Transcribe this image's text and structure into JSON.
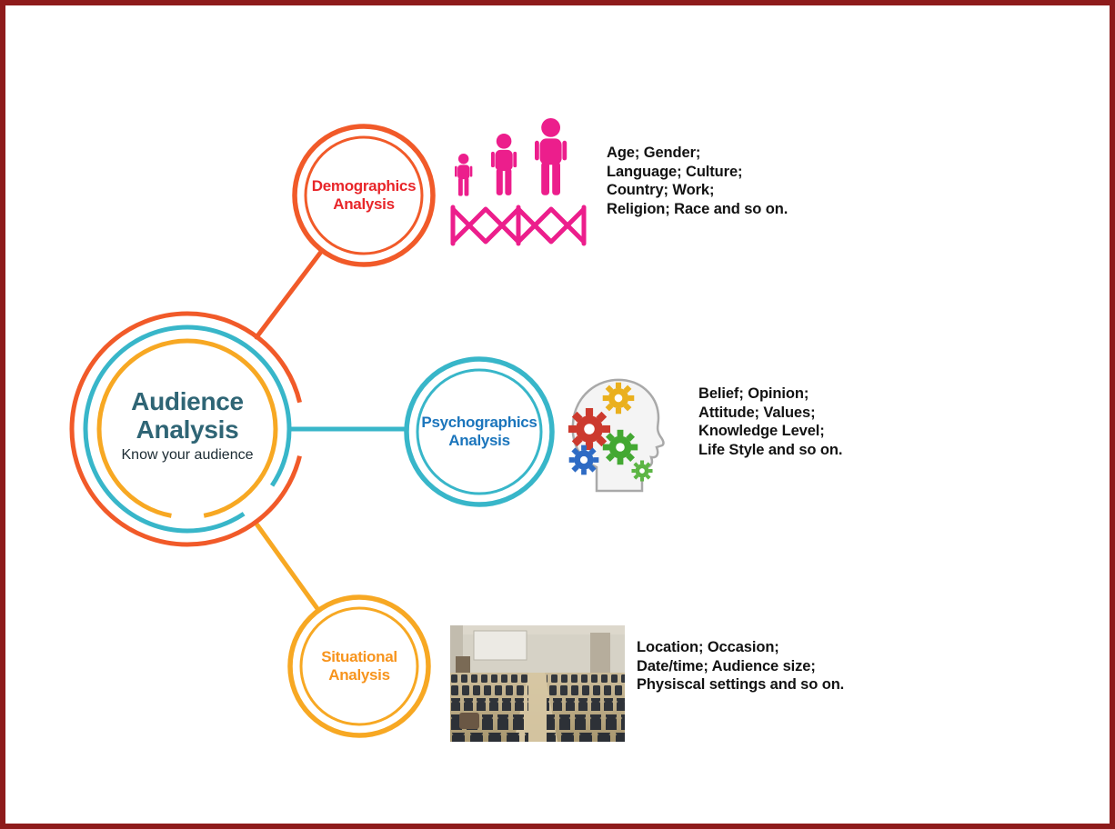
{
  "page": {
    "background": "#ffffff",
    "border_color": "#8e1b1b"
  },
  "center_node": {
    "title_line1": "Audience",
    "title_line2": "Analysis",
    "subtitle": "Know your audience",
    "title_color": "#2f6575",
    "subtitle_color": "#1c2b33",
    "ring_colors": {
      "outer": "#f15a29",
      "middle": "#38b6c9",
      "inner": "#f7a823"
    }
  },
  "nodes": [
    {
      "id": "demographics",
      "label_line1": "Demographics",
      "label_line2": "Analysis",
      "ring_color": "#f15a29",
      "label_color": "#e8262a",
      "icon": "people-dna-icon",
      "details": [
        "Age; Gender;",
        "Language; Culture;",
        "Country; Work;",
        "Religion; Race and so on."
      ]
    },
    {
      "id": "psychographics",
      "label_line1": "Psychographics",
      "label_line2": "Analysis",
      "ring_color": "#38b6c9",
      "label_color": "#1b75bc",
      "icon": "head-gears-icon",
      "details": [
        "Belief; Opinion;",
        "Attitude; Values;",
        "Knowledge Level;",
        "Life Style and so on."
      ]
    },
    {
      "id": "situational",
      "label_line1": "Situational",
      "label_line2": "Analysis",
      "ring_color": "#f7a823",
      "label_color": "#f7941d",
      "icon": "auditorium-photo",
      "details": [
        "Location; Occasion;",
        "Date/time; Audience size;",
        "Physiscal settings and so on."
      ]
    }
  ],
  "icons": {
    "people_color": "#ec1e8c",
    "head_fill": "#f4f4f4",
    "head_stroke": "#a9a9a9",
    "gear_colors": {
      "red": "#cc3a2e",
      "blue": "#2e6bc4",
      "green": "#43a832",
      "yellow": "#eab01e",
      "small_green": "#5cb544"
    }
  }
}
